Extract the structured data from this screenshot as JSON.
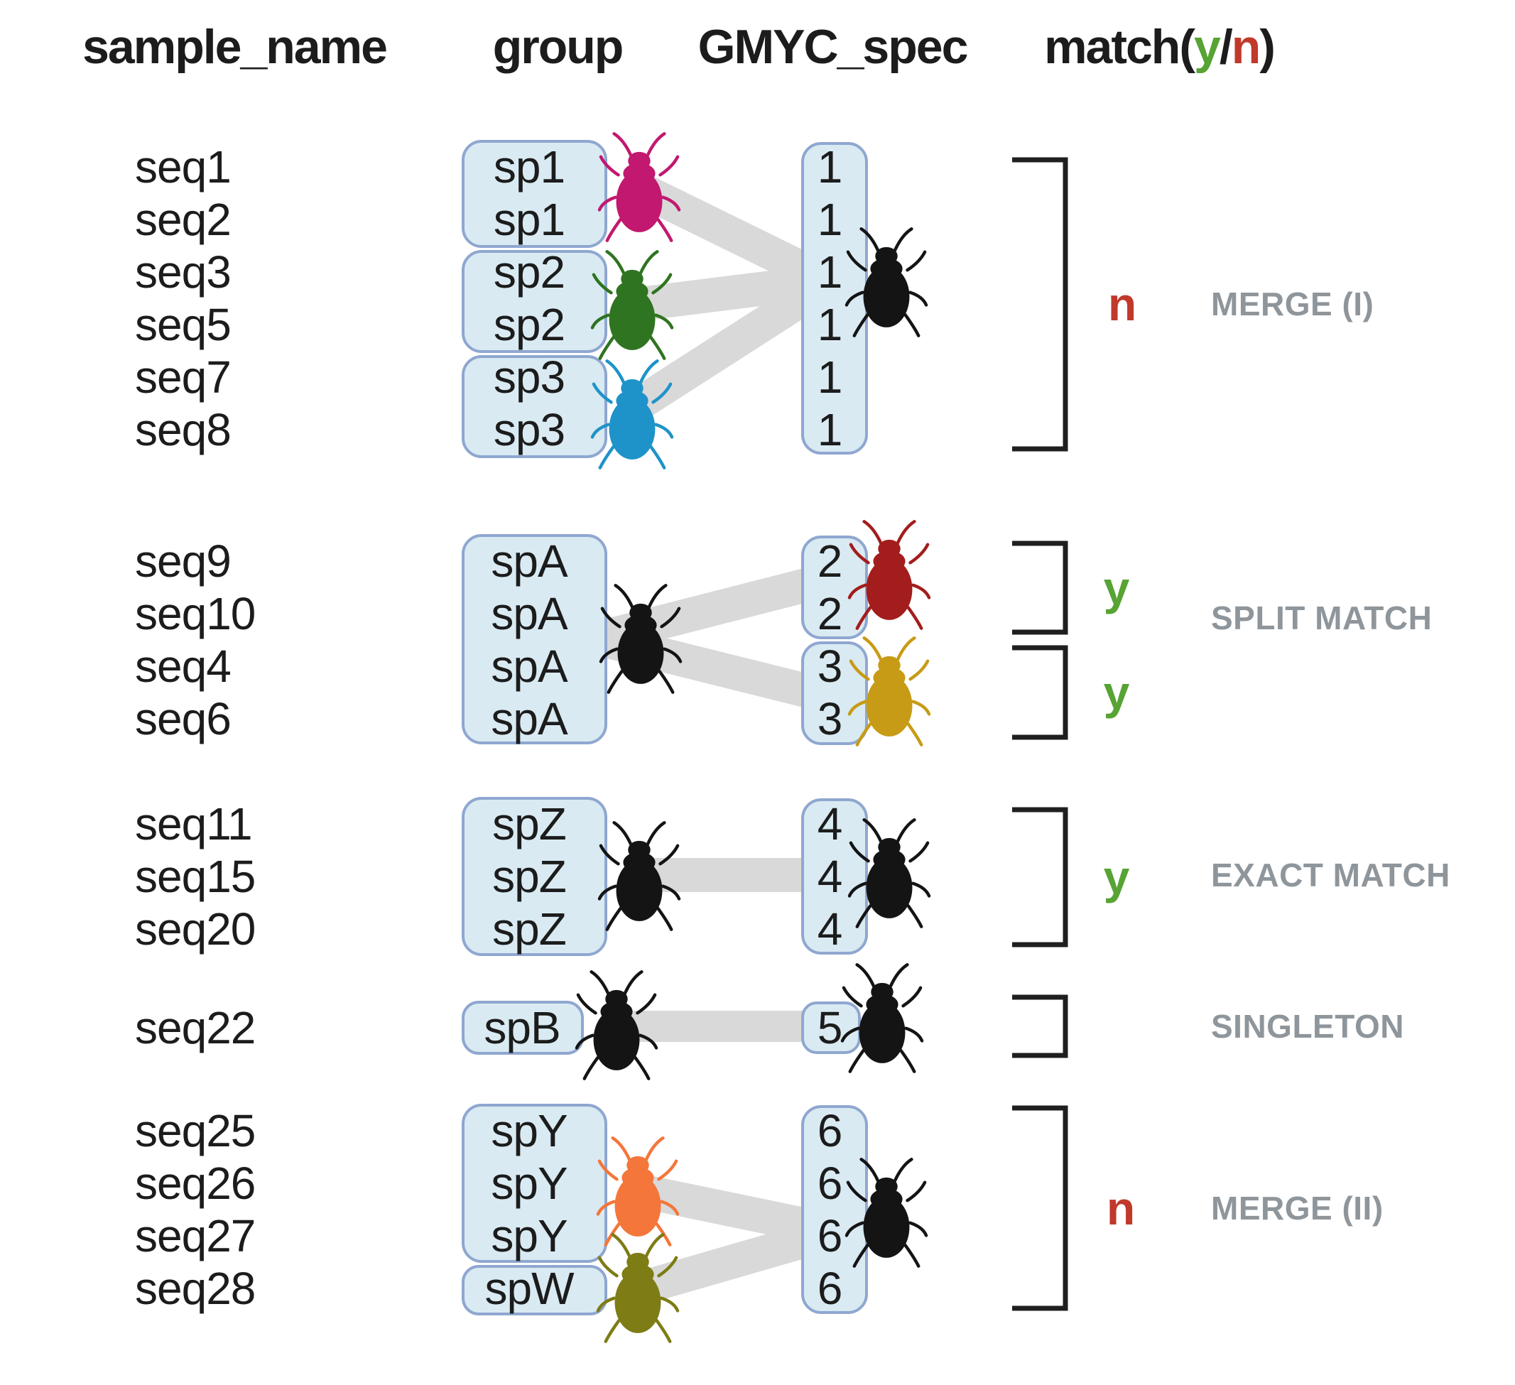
{
  "header": {
    "sample_name": "sample_name",
    "group": "group",
    "gmyc_spec": "GMYC_spec",
    "match_open": "match(",
    "match_y": "y",
    "match_slash": "/",
    "match_n": "n",
    "match_close": ")"
  },
  "colors": {
    "box_fill": "#d9eaf2",
    "box_border": "#8fa7d0",
    "band": "#d9d9d9",
    "bracket": "#1f1f1f",
    "text": "#1c1c1c",
    "gray_label": "#8f969b",
    "match_yes": "#57a334",
    "match_no": "#c0392b",
    "beetles": {
      "magenta": "#c2186f",
      "green": "#2f7420",
      "blue": "#1e93c9",
      "black": "#141414",
      "darkred": "#a31d1d",
      "gold": "#c79b15",
      "orange": "#f4763a",
      "olive": "#7d7c15"
    }
  },
  "blocks": [
    {
      "label": "MERGE (I)",
      "match": "n",
      "samples": [
        "seq1",
        "seq2",
        "seq3",
        "seq5",
        "seq7",
        "seq8"
      ],
      "groups": [
        "sp1",
        "sp1",
        "sp2",
        "sp2",
        "sp3",
        "sp3"
      ],
      "gmyc": [
        "1",
        "1",
        "1",
        "1",
        "1",
        "1"
      ]
    },
    {
      "label": "SPLIT MATCH",
      "match_1": "y",
      "match_2": "y",
      "samples": [
        "seq9",
        "seq10",
        "seq4",
        "seq6"
      ],
      "groups": [
        "spA",
        "spA",
        "spA",
        "spA"
      ],
      "gmyc": [
        "2",
        "2",
        "3",
        "3"
      ]
    },
    {
      "label": "EXACT MATCH",
      "match": "y",
      "samples": [
        "seq11",
        "seq15",
        "seq20"
      ],
      "groups": [
        "spZ",
        "spZ",
        "spZ"
      ],
      "gmyc": [
        "4",
        "4",
        "4"
      ]
    },
    {
      "label": "SINGLETON",
      "samples": [
        "seq22"
      ],
      "groups": [
        "spB"
      ],
      "gmyc": [
        "5"
      ]
    },
    {
      "label": "MERGE (II)",
      "match": "n",
      "samples": [
        "seq25",
        "seq26",
        "seq27",
        "seq28"
      ],
      "groups": [
        "spY",
        "spY",
        "spY",
        "spW"
      ],
      "gmyc": [
        "6",
        "6",
        "6",
        "6"
      ]
    }
  ]
}
